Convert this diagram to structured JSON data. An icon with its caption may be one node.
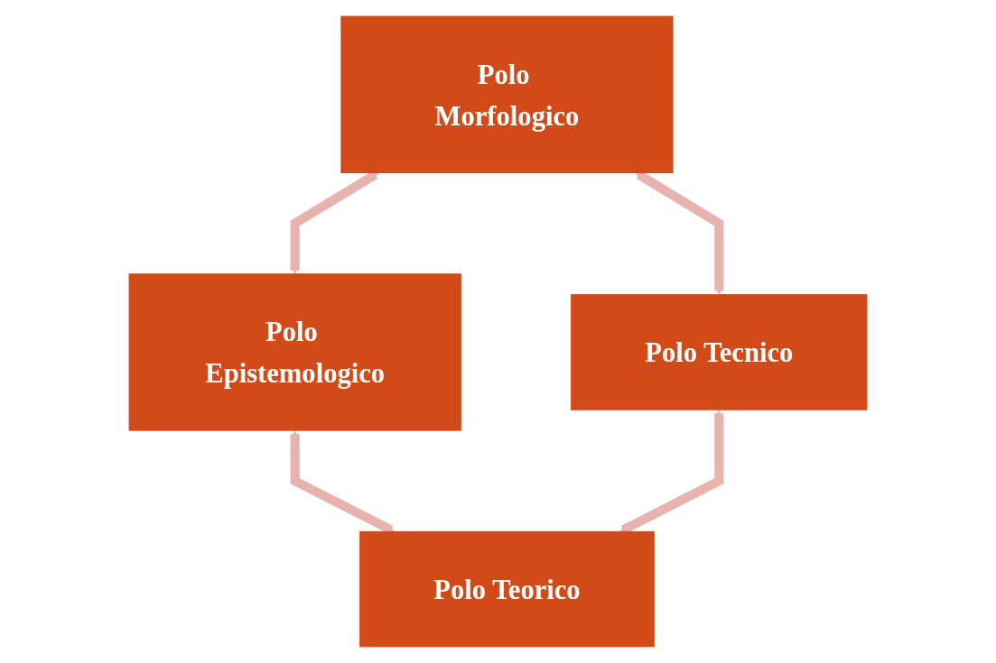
{
  "diagram": {
    "nodes": [
      {
        "text": [
          "Polo Morfologico"
        ]
      },
      {
        "text": [
          "Polo Epistemologico"
        ]
      },
      {
        "text": [
          "Polo Tecnico"
        ]
      },
      {
        "text": [
          "Polo Teorico"
        ]
      }
    ],
    "edges": [
      {
        "from": 0,
        "to": 1,
        "arrow": "both"
      },
      {
        "from": 0,
        "to": 2,
        "arrow": "both"
      },
      {
        "from": 1,
        "to": 3,
        "arrow": "both"
      },
      {
        "from": 2,
        "to": 3,
        "arrow": "both"
      }
    ]
  }
}
